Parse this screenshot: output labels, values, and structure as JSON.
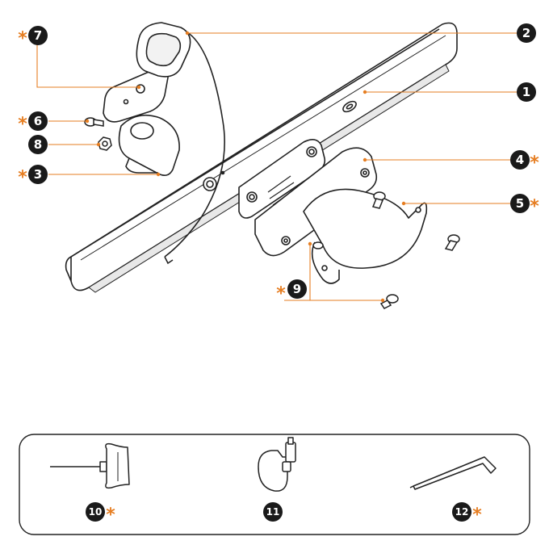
{
  "colors": {
    "accent": "#e67e22",
    "ink": "#222222",
    "badge": "#1a1a1a"
  },
  "callouts": {
    "c1": {
      "number": "1"
    },
    "c2": {
      "number": "2"
    },
    "c3": {
      "number": "3",
      "marked": true
    },
    "c4": {
      "number": "4",
      "marked": true
    },
    "c5": {
      "number": "5",
      "marked": true
    },
    "c6": {
      "number": "6",
      "marked": true
    },
    "c7": {
      "number": "7",
      "marked": true
    },
    "c8": {
      "number": "8"
    },
    "c9": {
      "number": "9",
      "marked": true
    }
  },
  "accessories": {
    "a10": {
      "number": "10",
      "marked": true,
      "icon": "t-handle-hex-key-icon"
    },
    "a11": {
      "number": "11",
      "icon": "usb-c-cable-icon"
    },
    "a12": {
      "number": "12",
      "marked": true,
      "icon": "l-hex-key-icon"
    }
  },
  "marker_symbol": "*"
}
